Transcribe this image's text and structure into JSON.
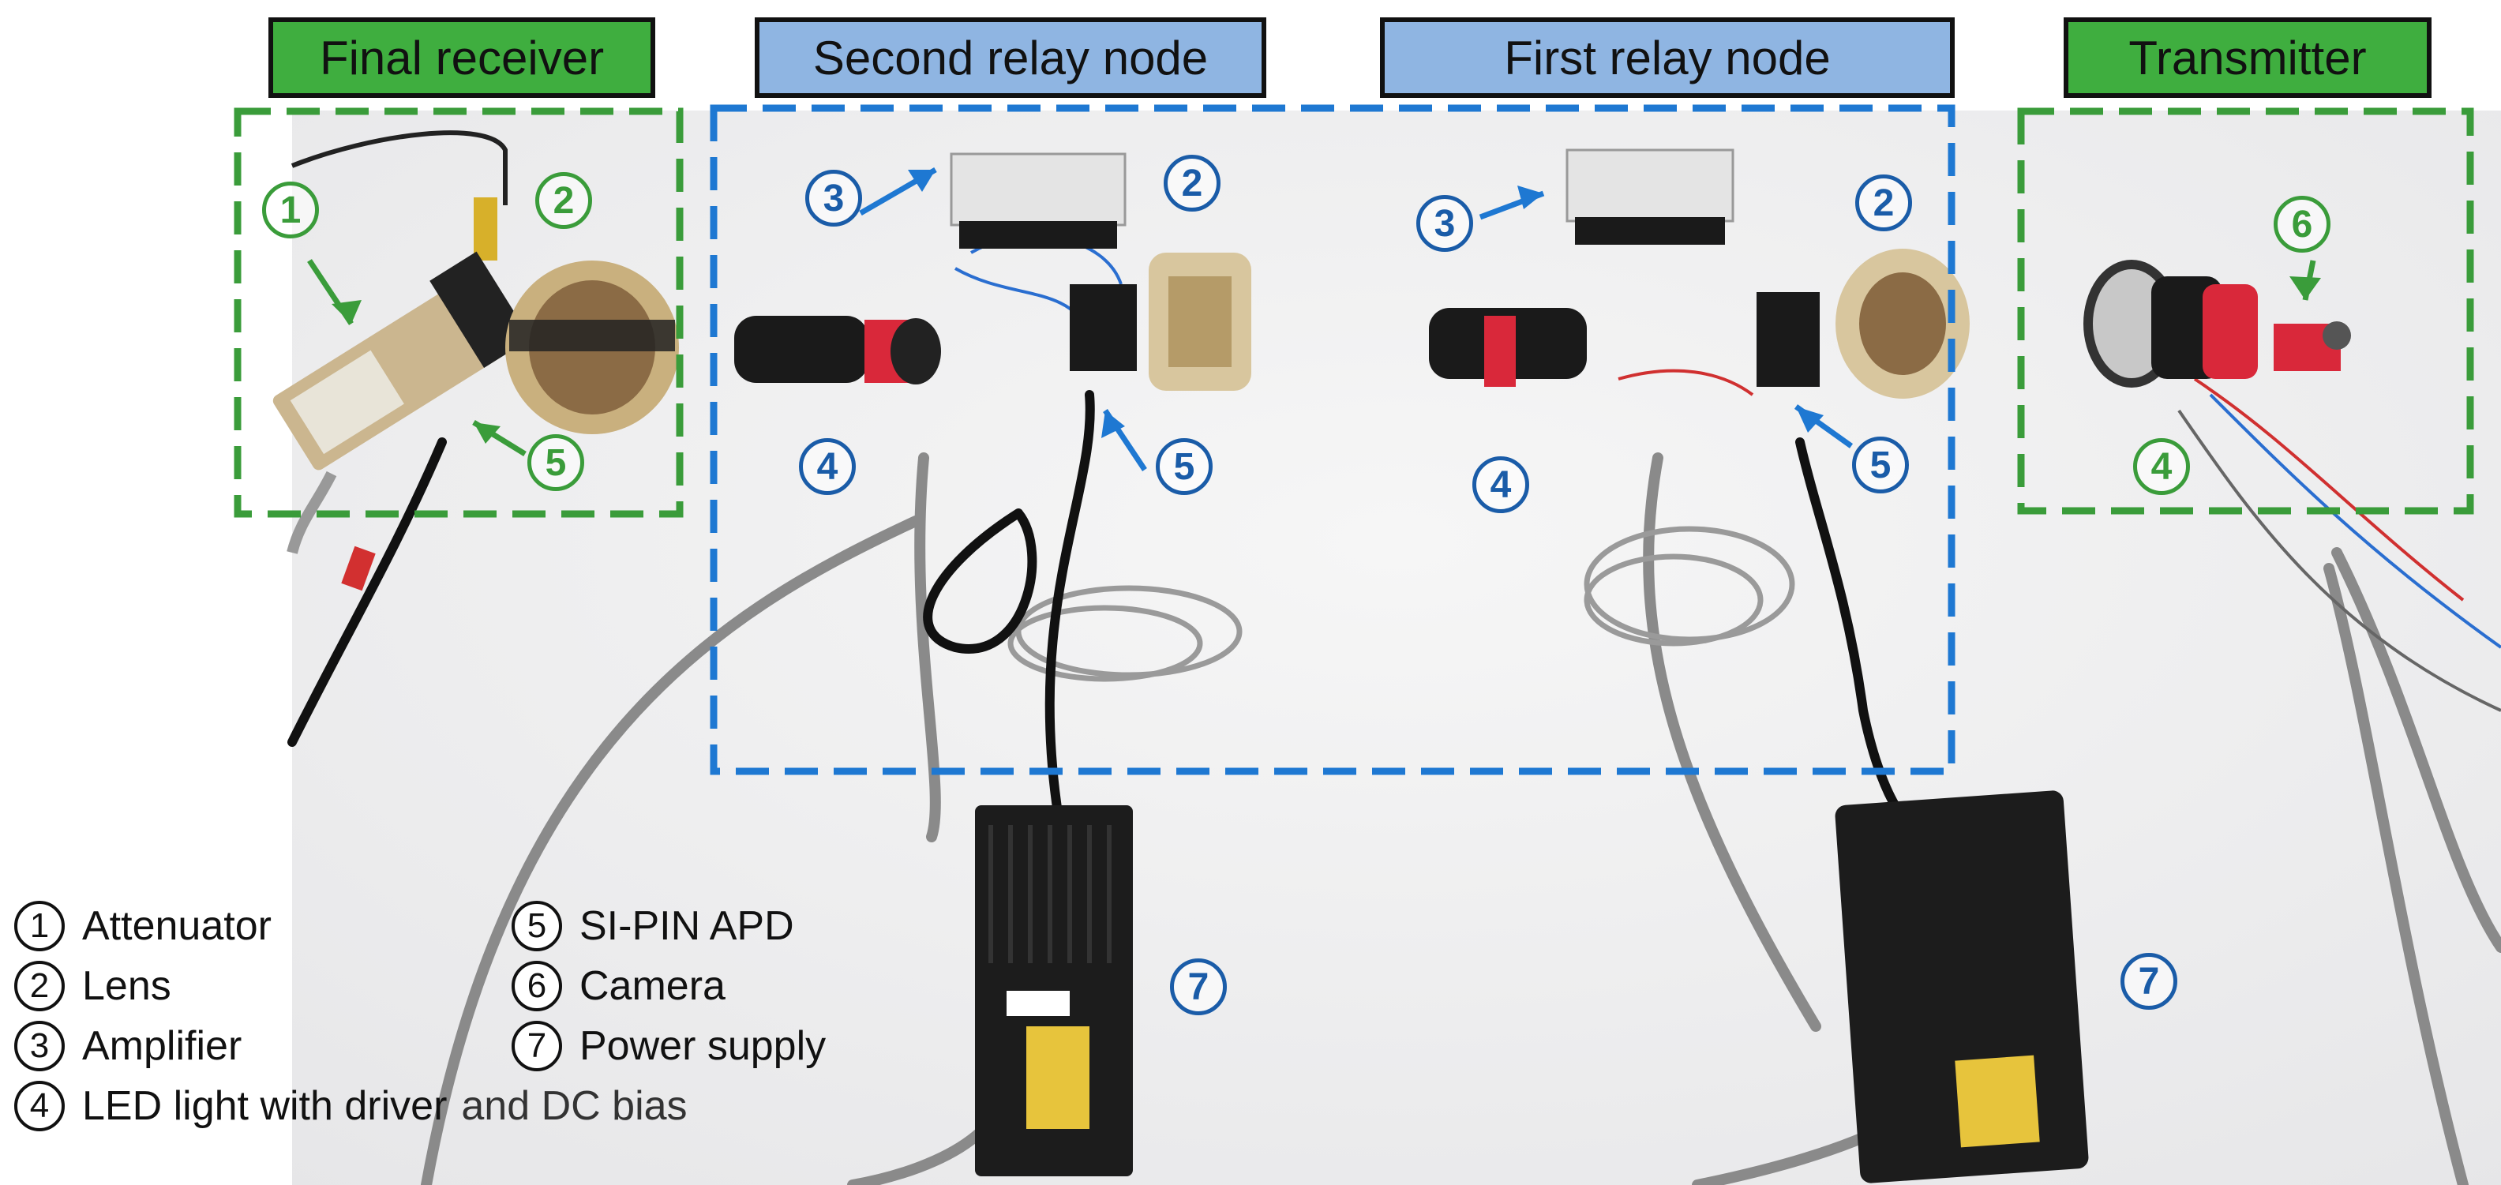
{
  "headers": {
    "final_receiver": "Final receiver",
    "second_relay": "Second relay node",
    "first_relay": "First relay node",
    "transmitter": "Transmitter"
  },
  "markers": {
    "one": "1",
    "two": "2",
    "three": "3",
    "four": "4",
    "five": "5",
    "six": "6",
    "seven": "7"
  },
  "legend": [
    {
      "num": "1",
      "label": "Attenuator"
    },
    {
      "num": "2",
      "label": "Lens"
    },
    {
      "num": "3",
      "label": "Amplifier"
    },
    {
      "num": "4",
      "label": "LED light with driver",
      "suffix": "and DC bias"
    },
    {
      "num": "5",
      "label": "SI-PIN APD"
    },
    {
      "num": "6",
      "label": "Camera"
    },
    {
      "num": "7",
      "label": "Power supply"
    }
  ],
  "colors": {
    "green_box": "#3a9c3a",
    "blue_box": "#1e78d2",
    "header_green": "#3fae3f",
    "header_blue": "#8fb5e2"
  }
}
